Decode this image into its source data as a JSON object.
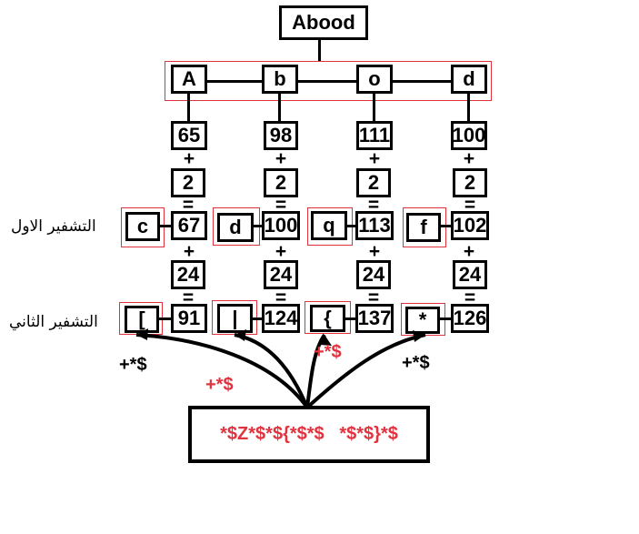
{
  "root": {
    "name": "Abood"
  },
  "letters": [
    "A",
    "b",
    "o",
    "d"
  ],
  "ascii_codes": [
    "65",
    "98",
    "111",
    "100"
  ],
  "plus_sign": "+",
  "equals_sign": "=",
  "key_first": [
    "2",
    "2",
    "2",
    "2"
  ],
  "first_encryption": {
    "label": "التشفير الاول",
    "values": [
      "67",
      "100",
      "113",
      "102"
    ],
    "chars": [
      "c",
      "d",
      "q",
      "f"
    ]
  },
  "key_second": [
    "24",
    "24",
    "24",
    "24"
  ],
  "second_encryption": {
    "label": "التشفير الثاني",
    "values": [
      "91",
      "124",
      "137",
      "126"
    ],
    "chars": [
      "[",
      "|",
      "{",
      "*"
    ]
  },
  "separator_markers": [
    "+*$",
    "+*$",
    "+*$",
    "+*$"
  ],
  "ciphertext": "*$Z*$*${*$*$   *$*$}*$",
  "colors": {
    "highlight": "#e2323e",
    "line": "#000000"
  }
}
